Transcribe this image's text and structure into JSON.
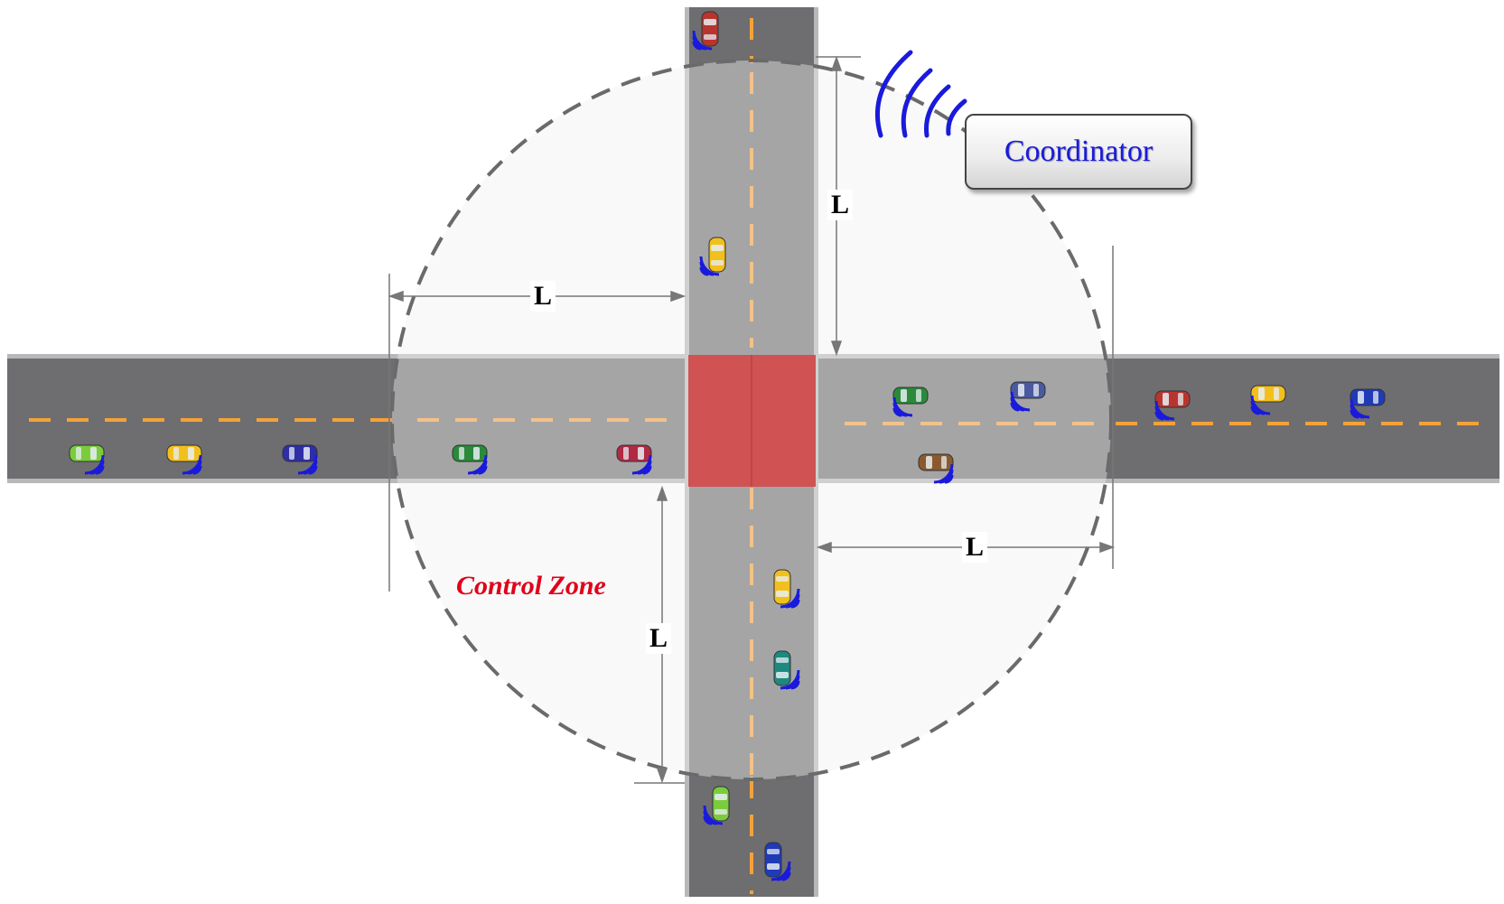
{
  "coordinator": {
    "label": "Coordinator"
  },
  "control_zone": {
    "label": "Control Zone"
  },
  "dimensions": {
    "top": "L",
    "left": "L",
    "right": "L",
    "bottom": "L"
  },
  "colors": {
    "road": "#6e6e70",
    "zone_fill": "#eaeaeb",
    "conflict_zone": "#d05252",
    "lane_line": "#f4a23a",
    "signal": "#1a1adc",
    "label_red": "#e0001a"
  },
  "vehicles": [
    {
      "id": "north-1",
      "color": "#b8352f",
      "dir": "up",
      "signal": "left"
    },
    {
      "id": "north-2",
      "color": "#f2c01c",
      "dir": "up",
      "signal": "left"
    },
    {
      "id": "south-1",
      "color": "#f2c01c",
      "dir": "down",
      "signal": "right"
    },
    {
      "id": "south-2",
      "color": "#1d8a80",
      "dir": "down",
      "signal": "right"
    },
    {
      "id": "south-3",
      "color": "#7acc3c",
      "dir": "up",
      "signal": "left"
    },
    {
      "id": "south-4",
      "color": "#1f3bb8",
      "dir": "down",
      "signal": "right"
    },
    {
      "id": "west-1",
      "color": "#7acc3c",
      "dir": "right",
      "signal": "right"
    },
    {
      "id": "west-2",
      "color": "#f2c01c",
      "dir": "right",
      "signal": "right"
    },
    {
      "id": "west-3",
      "color": "#2e2ea8",
      "dir": "right",
      "signal": "right"
    },
    {
      "id": "west-4",
      "color": "#2a8a3a",
      "dir": "right",
      "signal": "right"
    },
    {
      "id": "west-5",
      "color": "#b02a44",
      "dir": "right",
      "signal": "right"
    },
    {
      "id": "east-1",
      "color": "#2a8a3a",
      "dir": "left",
      "signal": "left"
    },
    {
      "id": "east-2",
      "color": "#4a5aa0",
      "dir": "left",
      "signal": "left"
    },
    {
      "id": "east-3",
      "color": "#8a5a2e",
      "dir": "left",
      "signal": "right"
    },
    {
      "id": "east-4",
      "color": "#b8352f",
      "dir": "left",
      "signal": "left"
    },
    {
      "id": "east-5",
      "color": "#f2c01c",
      "dir": "left",
      "signal": "left"
    },
    {
      "id": "east-6",
      "color": "#1f3bb8",
      "dir": "left",
      "signal": "left"
    }
  ]
}
